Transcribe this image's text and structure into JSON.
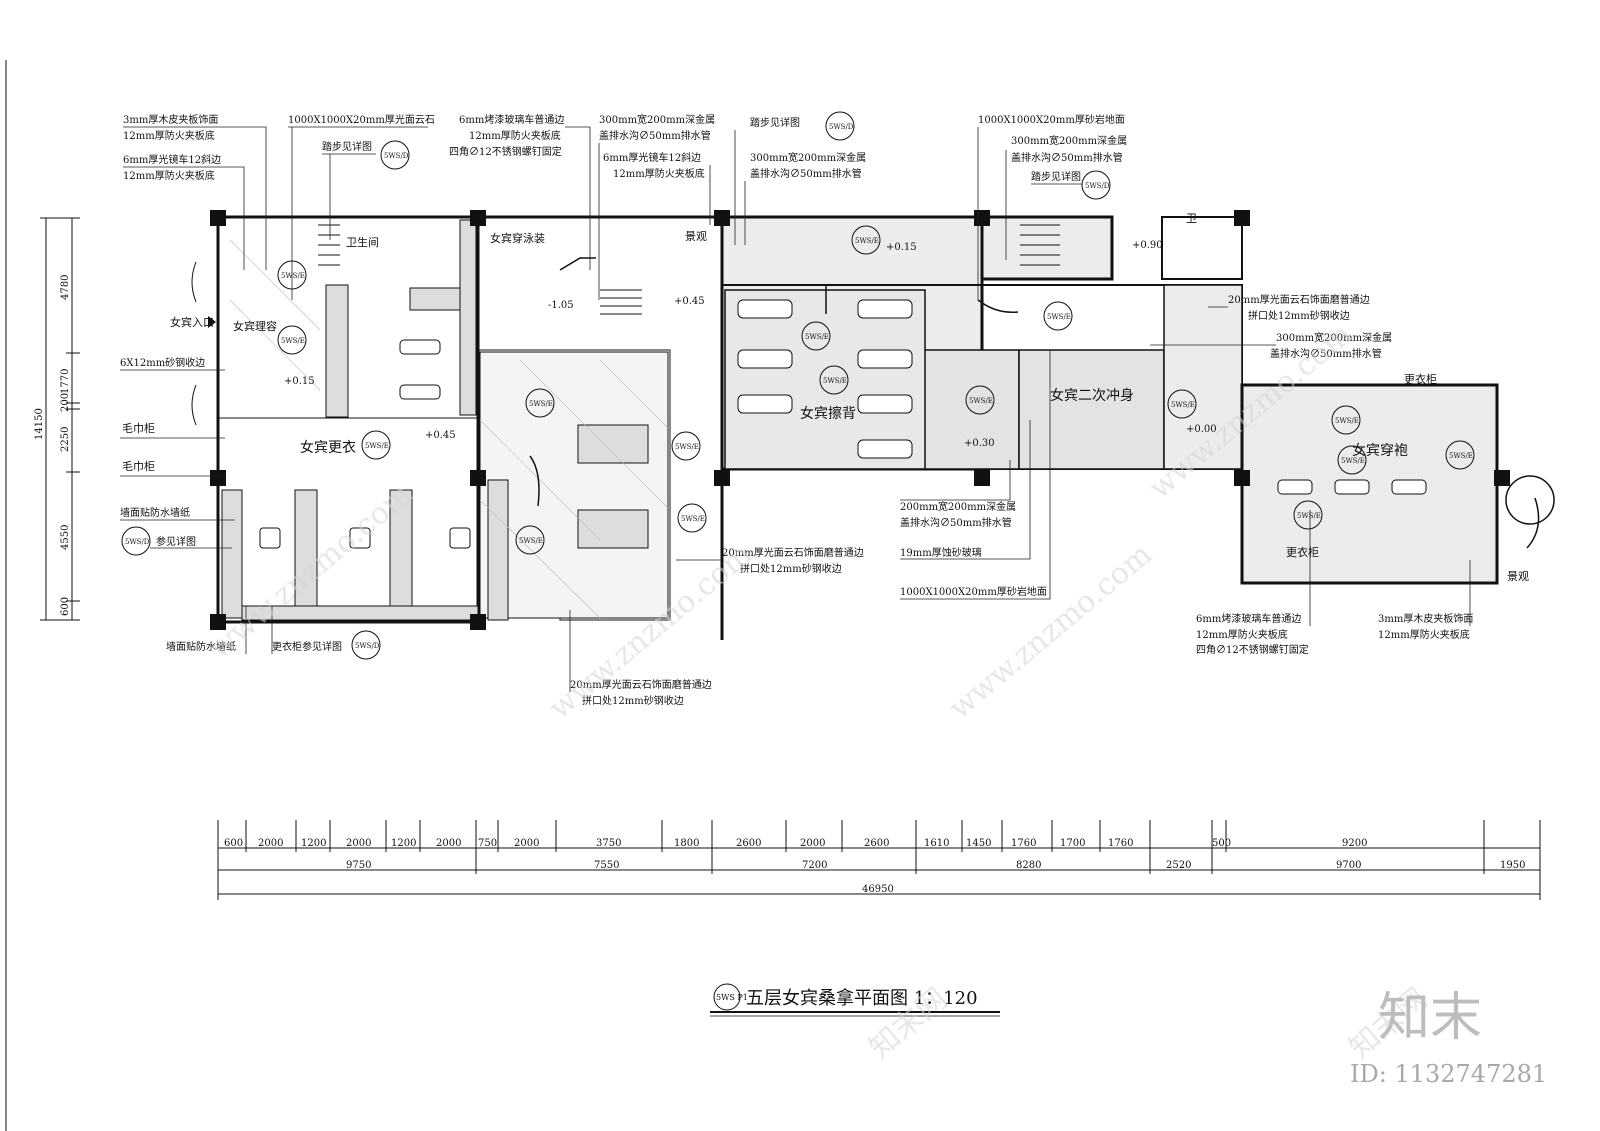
{
  "drawing": {
    "title": "五层女宾桑拿平面图 1：120",
    "title_tag": "5WS P1",
    "scale": "1：120"
  },
  "rooms": [
    {
      "id": "entrance",
      "label": "女宾入口"
    },
    {
      "id": "reception",
      "label": "女宾理容"
    },
    {
      "id": "wc",
      "label": "卫生间"
    },
    {
      "id": "swimwear",
      "label": "女宾穿泳装"
    },
    {
      "id": "changing",
      "label": "女宾更衣"
    },
    {
      "id": "scrub",
      "label": "女宾擦背"
    },
    {
      "id": "shower2",
      "label": "女宾二次冲身"
    },
    {
      "id": "robe",
      "label": "女宾穿袍"
    },
    {
      "id": "landscape1",
      "label": "景观"
    },
    {
      "id": "landscape2",
      "label": "景观"
    },
    {
      "id": "wc2",
      "label": "卫"
    },
    {
      "id": "locker_a",
      "label": "更衣柜"
    },
    {
      "id": "locker_b",
      "label": "更衣柜"
    },
    {
      "id": "towel1",
      "label": "毛巾柜"
    },
    {
      "id": "towel2",
      "label": "毛巾柜"
    }
  ],
  "elevations": [
    "+0.15",
    "+0.45",
    "-1.05",
    "+0.45",
    "+0.15",
    "+0.90",
    "+0.30",
    "+0.00"
  ],
  "annotations": [
    "3mm厚木皮夹板饰面",
    "12mm厚防火夹板底",
    "6mm厚光镜车12斜边",
    "12mm厚防火夹板底",
    "1000X1000X20mm厚光面云石",
    "踏步见详图",
    "6mm烤漆玻璃车普通边",
    "12mm厚防火夹板底",
    "四角∅12不锈钢螺钉固定",
    "300mm宽200mm深金属",
    "盖排水沟∅50mm排水管",
    "6mm厚光镜车12斜边",
    "12mm厚防火夹板底",
    "踏步见详图",
    "300mm宽200mm深金属",
    "盖排水沟∅50mm排水管",
    "1000X1000X20mm厚砂岩地面",
    "300mm宽200mm深金属",
    "盖排水沟∅50mm排水管",
    "踏步见详图",
    "6X12mm砂钢收边",
    "墙面贴防水墙纸",
    "参见详图",
    "墙面贴防水墙纸",
    "更衣柜参见详图",
    "20mm厚光面云石饰面磨普通边",
    "拼口处12mm砂钢收边",
    "20mm厚光面云石饰面磨普通边",
    "拼口处12mm砂钢收边",
    "200mm宽200mm深金属",
    "盖排水沟∅50mm排水管",
    "19mm厚蚀砂玻璃",
    "1000X1000X20mm厚砂岩地面",
    "20mm厚光面云石饰面磨普通边",
    "拼口处12mm砂钢收边",
    "300mm宽200mm深金属",
    "盖排水沟∅50mm排水管",
    "6mm烤漆玻璃车普通边",
    "12mm厚防火夹板底",
    "四角∅12不锈钢螺钉固定",
    "3mm厚木皮夹板饰面",
    "12mm厚防火夹板底"
  ],
  "dimensions": {
    "left_vertical": [
      "4780",
      "1770",
      "200",
      "2250",
      "4550",
      "600"
    ],
    "left_total": "14150",
    "row1": [
      "600",
      "2000",
      "1200",
      "2000",
      "1200",
      "2000",
      "750",
      "2000",
      "3750",
      "1800",
      "2600",
      "2000",
      "2600",
      "1610",
      "1450",
      "1760",
      "1700",
      "1760",
      "500",
      "9200"
    ],
    "row2": [
      "9750",
      "7550",
      "7200",
      "8280",
      "2520",
      "9700",
      "1950"
    ],
    "total": "46950"
  },
  "tags": {
    "detail": "5WS/D",
    "elevation": "5WS/E"
  },
  "watermark": {
    "site": "www.znzmo.com",
    "brand": "知末网",
    "logo": "知末",
    "id": "ID: 1132747281"
  }
}
